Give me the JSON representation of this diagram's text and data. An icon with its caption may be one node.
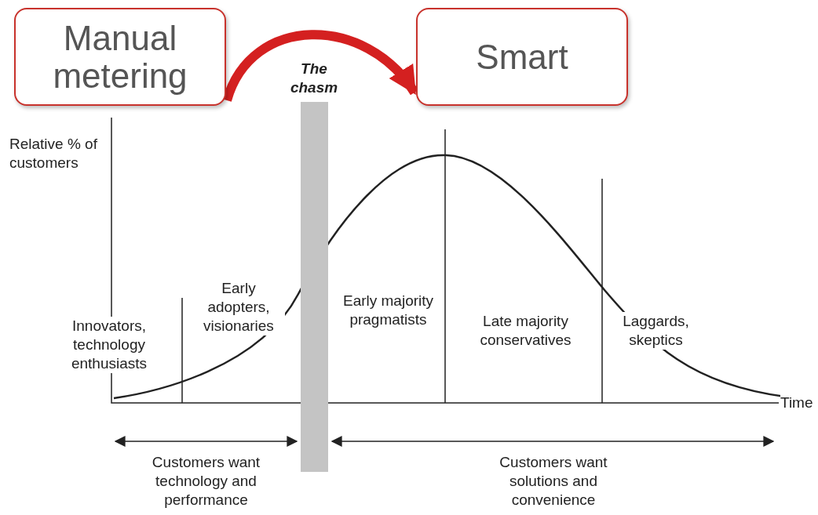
{
  "diagram": {
    "nodes": [
      {
        "text": [
          "Manual metering"
        ]
      },
      {
        "text": [
          "Smart"
        ]
      },
      {
        "text": [
          "The chasm"
        ]
      }
    ],
    "edges": [
      {
        "from": 0,
        "to": 1,
        "arrow": "to",
        "color": "#d42020"
      }
    ],
    "labels": [
      "Relative % of customers",
      "Early adopters, visionaries",
      "Early majority pragmatists",
      "Late majority conservatives",
      "Laggards, skeptics",
      "Innovators, technology enthusiasts",
      "Time",
      "Customers want technology and performance",
      "Customers want solutions and convenience"
    ]
  }
}
